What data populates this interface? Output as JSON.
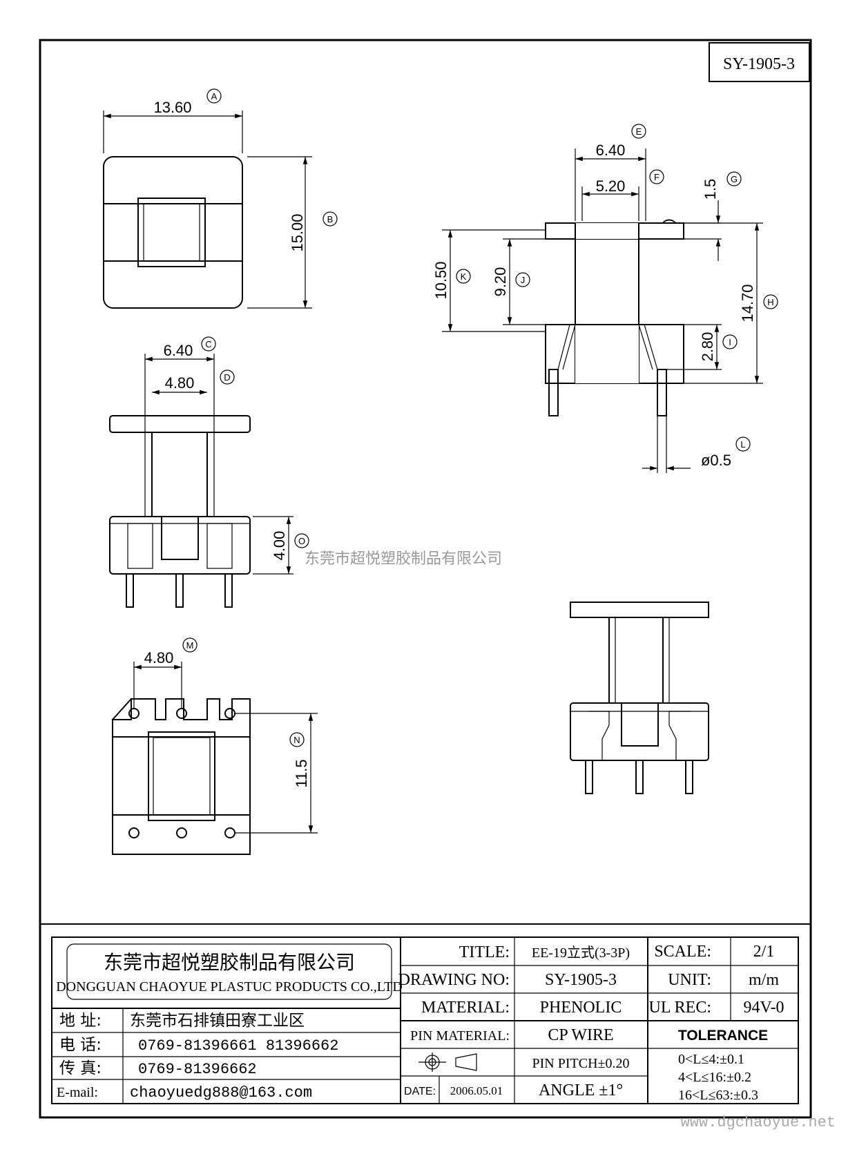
{
  "drawing_number_box": "SY-1905-3",
  "watermark": "东莞市超悦塑胶制品有限公司",
  "website": "www.dgchaoyue.net",
  "dimensions": {
    "A": "13.60",
    "B": "15.00",
    "C": "6.40",
    "D": "4.80",
    "O": "4.00",
    "M": "4.80",
    "N": "11.5",
    "E": "6.40",
    "F": "5.20",
    "G": "1.5",
    "K": "10.50",
    "J": "9.20",
    "H": "14.70",
    "I": "2.80",
    "L": "ø0.5"
  },
  "callouts": [
    "A",
    "B",
    "C",
    "D",
    "O",
    "M",
    "N",
    "E",
    "F",
    "G",
    "K",
    "J",
    "H",
    "I",
    "L"
  ],
  "title_block": {
    "company_cn": "东莞市超悦塑胶制品有限公司",
    "company_en": "DONGGUAN CHAOYUE PLASTUC PRODUCTS CO.,LTD",
    "address_label": "地 址:",
    "address": "东莞市石排镇田寮工业区",
    "phone_label": "电 话:",
    "phone": "0769-81396661   81396662",
    "fax_label": "传 真:",
    "fax": "0769-81396662",
    "email_label": "E-mail:",
    "email": "chaoyuedg888@163.com",
    "title_label": "TITLE:",
    "title": "EE-19立式(3-3P)",
    "drawing_no_label": "DRAWING NO:",
    "drawing_no": "SY-1905-3",
    "material_label": "MATERIAL:",
    "material": "PHENOLIC",
    "pin_material_label": "PIN MATERIAL:",
    "pin_material": "CP WIRE",
    "date_label": "DATE:",
    "date": "2006.05.01",
    "pin_pitch": "PIN PITCH±0.20",
    "angle": "ANGLE  ±1°",
    "scale_label": "SCALE:",
    "scale": "2/1",
    "unit_label": "UNIT:",
    "unit": "m/m",
    "ul_label": "UL REC:",
    "ul": "94V-0",
    "tolerance_label": "TOLERANCE",
    "tolerance_rows": [
      "0<L≤4:±0.1",
      "4<L≤16:±0.2",
      "16<L≤63:±0.3"
    ]
  }
}
